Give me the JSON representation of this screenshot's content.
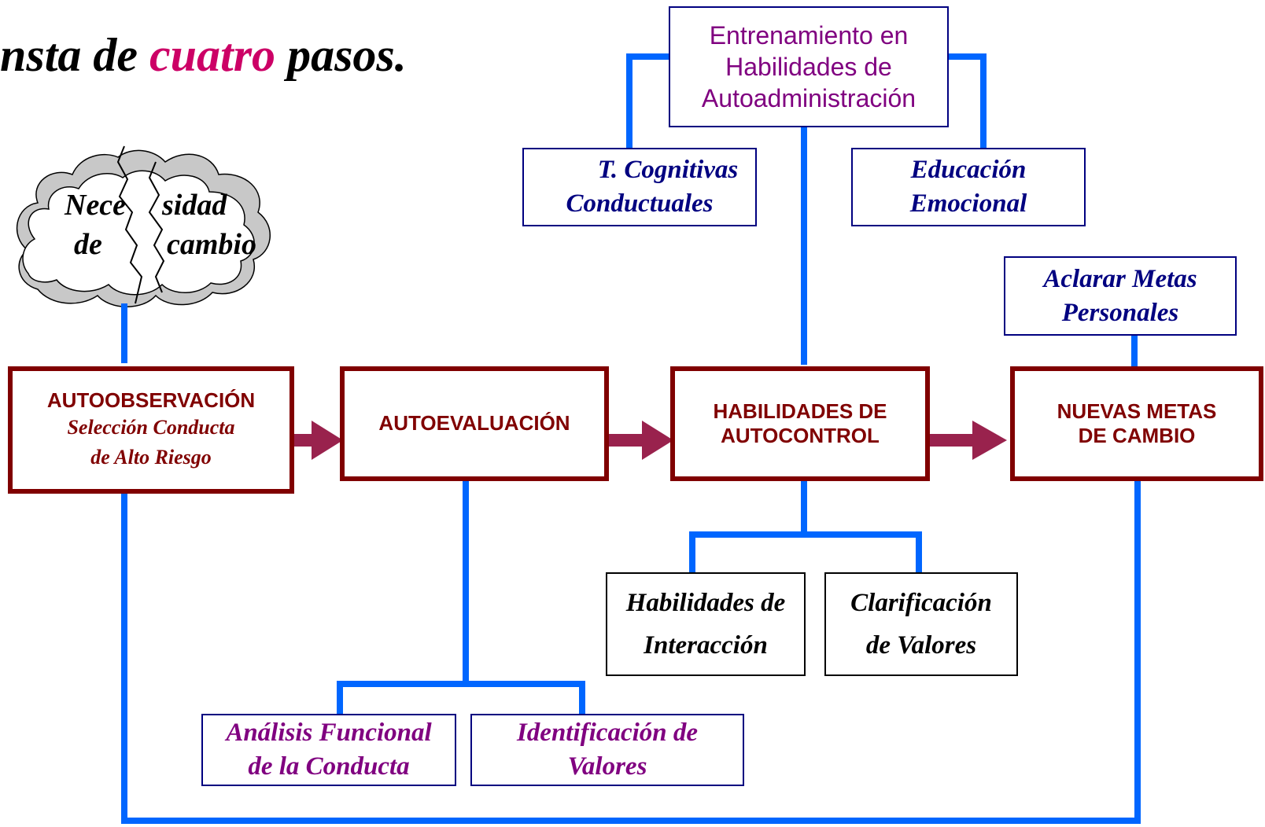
{
  "title": {
    "part1": "nsta de ",
    "accent": "cuatro",
    "part2": " pasos."
  },
  "cloud": {
    "word1": "Nece",
    "word2": "sidad",
    "word3": "de",
    "word4": "cambio"
  },
  "top_box": {
    "line1": "Entrenamiento en",
    "line2": "Habilidades de",
    "line3": "Autoadministración"
  },
  "techniques": {
    "cognitive": {
      "line1": "T. Cognitivas",
      "line2": "Conductuales"
    },
    "emotional": {
      "line1": "Educación",
      "line2": "Emocional"
    }
  },
  "goals_box": {
    "line1": "Aclarar Metas",
    "line2": "Personales"
  },
  "steps": {
    "autoobservacion": {
      "label": "AUTOOBSERVACIÓN",
      "sub1": "Selección Conducta",
      "sub2": "de Alto Riesgo"
    },
    "autoevaluacion": {
      "label": "AUTOEVALUACIÓN"
    },
    "autocontrol": {
      "line1": "HABILIDADES DE",
      "line2": "AUTOCONTROL"
    },
    "metas": {
      "line1": "NUEVAS METAS",
      "line2": "DE CAMBIO"
    }
  },
  "sub_boxes": {
    "interaccion": {
      "line1": "Habilidades de",
      "line2": "Interacción"
    },
    "valores": {
      "line1": "Clarificación",
      "line2": "de Valores"
    },
    "analisis": {
      "line1": "Análisis Funcional",
      "line2": "de la Conducta"
    },
    "identificacion": {
      "line1": "Identificación de",
      "line2": "Valores"
    }
  },
  "colors": {
    "connector": "#0066ff",
    "arrow": "#99224d",
    "step_border": "#800000",
    "navy": "#000080",
    "purple": "#800080",
    "accent": "#cc0066",
    "cloud_fill": "#c8c8c8"
  }
}
